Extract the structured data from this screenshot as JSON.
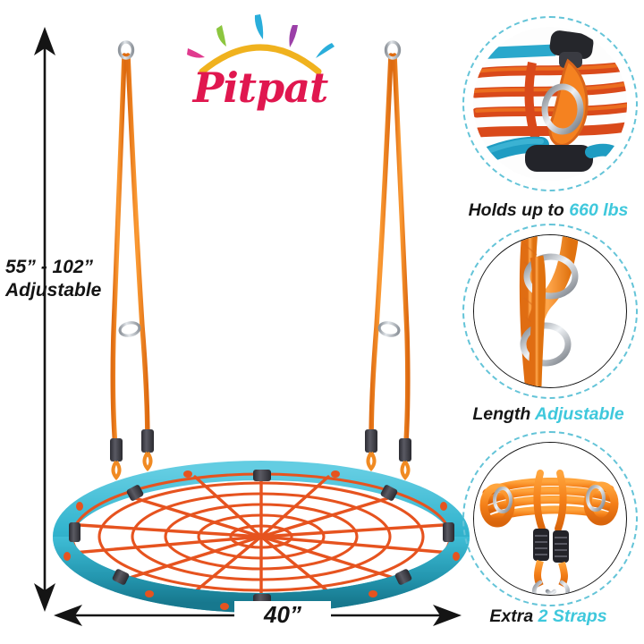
{
  "brand": {
    "name": "Pitpat",
    "logo_arc_color": "#f0b21e",
    "wordmark_color": "#e0174f",
    "rays": [
      {
        "name": "ray-magenta",
        "color": "#e03a8e"
      },
      {
        "name": "ray-green",
        "color": "#8cc63f"
      },
      {
        "name": "ray-cyan",
        "color": "#2aaedb"
      },
      {
        "name": "ray-purple",
        "color": "#9b3fa8"
      },
      {
        "name": "ray-teal",
        "color": "#2aaedb"
      }
    ]
  },
  "dimensions": {
    "height_value": "55” - 102”",
    "height_label": "Adjustable",
    "width_value": "40”"
  },
  "features": [
    {
      "id": "capacity",
      "caption_plain": "Holds up to ",
      "caption_highlight": "660 lbs",
      "image": "rope-hook-metal-ring-closeup"
    },
    {
      "id": "length",
      "caption_plain": "Length ",
      "caption_highlight": "Adjustable",
      "image": "orange-rope-through-metal-rings"
    },
    {
      "id": "straps",
      "caption_plain": "Extra ",
      "caption_highlight": "2 Straps",
      "image": "coiled-orange-straps-with-carabiners"
    }
  ],
  "product": {
    "name": "net-spider-web-tree-swing",
    "ring_color": "#33b4ce",
    "net_color": "#e6531f",
    "rope_color": "#f7881f",
    "hardware_color": "#3b3b42",
    "metal_color": "#b9bdc2"
  },
  "colors": {
    "background": "#ffffff",
    "accent_cyan": "#3fc8dc",
    "dashed_border": "#64c4d8",
    "text_dark": "#161616"
  }
}
